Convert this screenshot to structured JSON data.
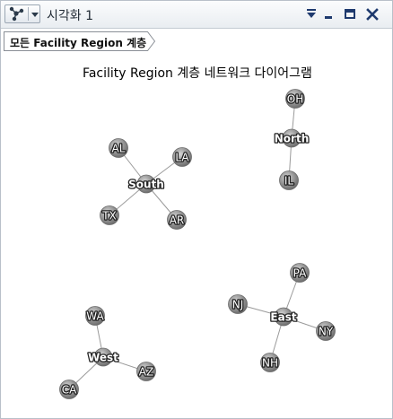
{
  "window": {
    "title": "시각화 1",
    "viz_type_icon": "network-graph-icon",
    "dropdown_icon": "chevron-down-icon",
    "controls": [
      {
        "name": "options-menu-icon"
      },
      {
        "name": "minimize-icon"
      },
      {
        "name": "maximize-icon"
      },
      {
        "name": "close-icon"
      }
    ]
  },
  "breadcrumb": {
    "label": "모든 Facility Region 계층"
  },
  "colors": {
    "node_fill": "#8c8c8c",
    "edge": "#9a9a9a",
    "title_bar": "#e9edf1"
  },
  "chart_data": {
    "type": "network",
    "title": "Facility Region 계층 네트워크 다이어그램",
    "nodes": [
      {
        "id": "South",
        "type": "hub"
      },
      {
        "id": "AL",
        "parent": "South"
      },
      {
        "id": "LA",
        "parent": "South"
      },
      {
        "id": "TX",
        "parent": "South"
      },
      {
        "id": "AR",
        "parent": "South"
      },
      {
        "id": "North",
        "type": "hub"
      },
      {
        "id": "OH",
        "parent": "North"
      },
      {
        "id": "IL",
        "parent": "North"
      },
      {
        "id": "East",
        "type": "hub"
      },
      {
        "id": "PA",
        "parent": "East"
      },
      {
        "id": "NJ",
        "parent": "East"
      },
      {
        "id": "NY",
        "parent": "East"
      },
      {
        "id": "NH",
        "parent": "East"
      },
      {
        "id": "West",
        "type": "hub"
      },
      {
        "id": "WA",
        "parent": "West"
      },
      {
        "id": "AZ",
        "parent": "West"
      },
      {
        "id": "CA",
        "parent": "West"
      }
    ]
  }
}
